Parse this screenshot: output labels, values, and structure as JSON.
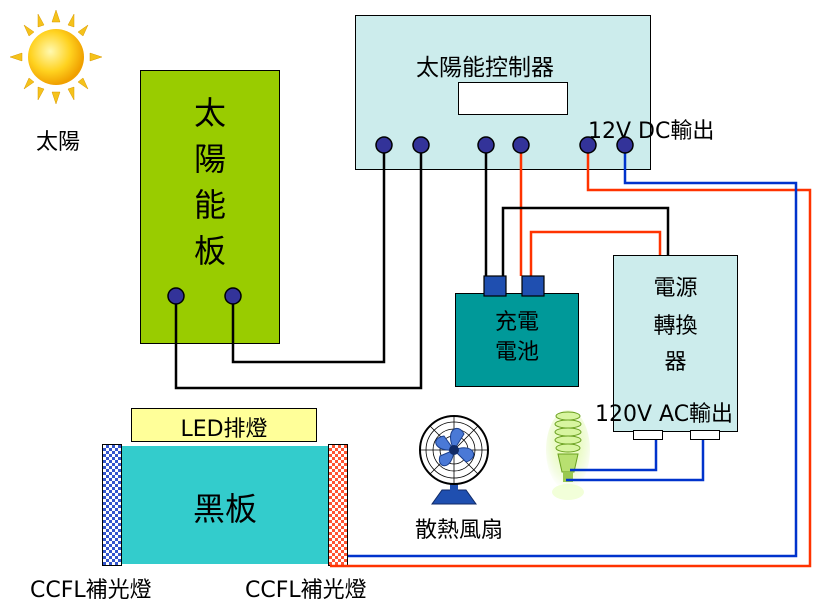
{
  "sun": {
    "label": "太陽",
    "icon": "sun-icon"
  },
  "solar_panel": {
    "chars": [
      "太",
      "陽",
      "能",
      "板"
    ],
    "color": "#99cc00"
  },
  "controller": {
    "title": "太陽能控制器",
    "color": "#ccecec",
    "output_label": "12V DC輸出"
  },
  "battery": {
    "line1": "充電",
    "line2": "電池",
    "color": "#009999"
  },
  "inverter": {
    "line1": "電源",
    "line2": "轉換",
    "line3": "器",
    "color": "#ccecec",
    "output_label": "120V AC輸出"
  },
  "led_bar": {
    "label": "LED排燈",
    "color": "#ffff99"
  },
  "blackboard": {
    "label": "黑板",
    "color": "#33cccc"
  },
  "ccfl_left": {
    "label": "CCFL補光燈"
  },
  "ccfl_right": {
    "label": "CCFL補光燈"
  },
  "fan": {
    "label": "散熱風扇",
    "icon": "fan-icon"
  },
  "bulb": {
    "icon": "cfl-bulb-icon"
  },
  "colors": {
    "negative_wire": "#000000",
    "positive_wire": "#ff3300",
    "dc_out_wire": "#0033cc",
    "terminal": "#333399"
  }
}
